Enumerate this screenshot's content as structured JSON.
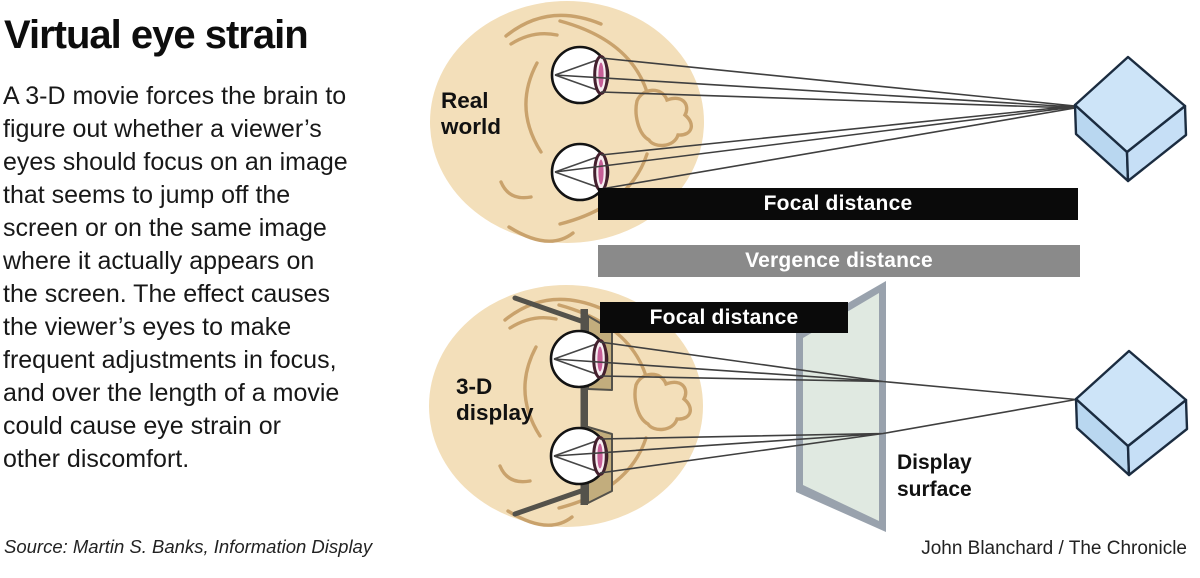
{
  "title": "Virtual eye strain",
  "intro": {
    "lines": [
      "A 3-D movie forces the brain to",
      "figure out whether a viewer’s",
      "eyes should focus on an image",
      "that seems to jump off the",
      "screen or on the same image",
      "where it actually appears on",
      "the screen. The effect causes",
      "the viewer’s eyes to make",
      "frequent adjustments in focus,",
      "and over the length of a movie",
      "could cause eye strain or",
      "other discomfort."
    ]
  },
  "diagram": {
    "labels": {
      "real_world": "Real world",
      "three_d_display": "3-D display",
      "display_surface": "Display surface"
    },
    "bars": {
      "focal_top": "Focal distance",
      "vergence": "Vergence distance",
      "focal_bottom": "Focal distance"
    }
  },
  "footer": {
    "source": "Source: Martin S. Banks, Information Display",
    "credit": "John Blanchard / The Chronicle"
  },
  "colors": {
    "skin": "#f3dfba",
    "outline_tan": "#c9a26c",
    "cube_blue": "#cde4f8",
    "cube_outline": "#1b2c40",
    "bar_black": "#0a0a0a",
    "bar_gray": "#8a8a8a",
    "panel_frame": "#99a2ad",
    "panel_screen": "#e0e9e1",
    "glasses_frame": "#54524b",
    "glasses_lens": "#c2ad7d"
  }
}
